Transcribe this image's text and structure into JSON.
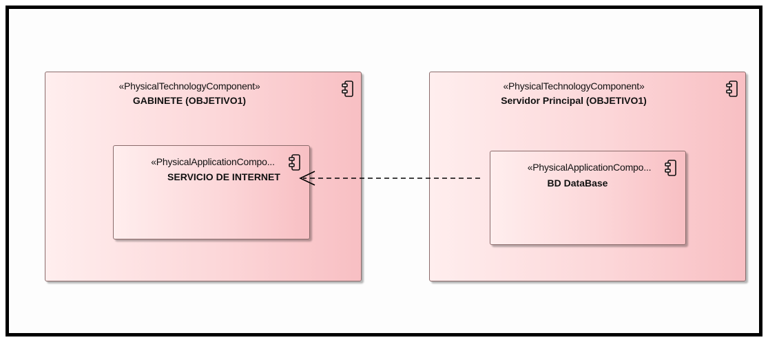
{
  "nodes": {
    "gabinete": {
      "stereotype": "«PhysicalTechnologyComponent»",
      "name": "GABINETE (OBJETIVO1)"
    },
    "internet": {
      "stereotype": "«PhysicalApplicationCompo...",
      "name": "SERVICIO DE INTERNET"
    },
    "servidor": {
      "stereotype": "«PhysicalTechnologyComponent»",
      "name": "Servidor Principal (OBJETIVO1)"
    },
    "database": {
      "stereotype": "«PhysicalApplicationCompo...",
      "name": "BD DataBase"
    }
  },
  "connectors": [
    {
      "from": "database",
      "to": "internet",
      "style": "dashed",
      "arrow": "open"
    }
  ],
  "icons": {
    "component": "component-icon"
  },
  "colors": {
    "node_fill_light": "#ffeeee",
    "node_fill_dark": "#f8bfc3",
    "node_border": "#8a6a6a",
    "frame_border": "#000000",
    "connector": "#000000"
  }
}
